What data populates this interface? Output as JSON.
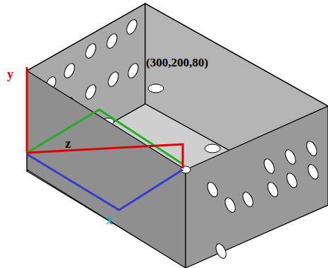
{
  "diagram": {
    "labels": [
      "y",
      "(300,200,80)",
      "z",
      "x"
    ]
  }
}
